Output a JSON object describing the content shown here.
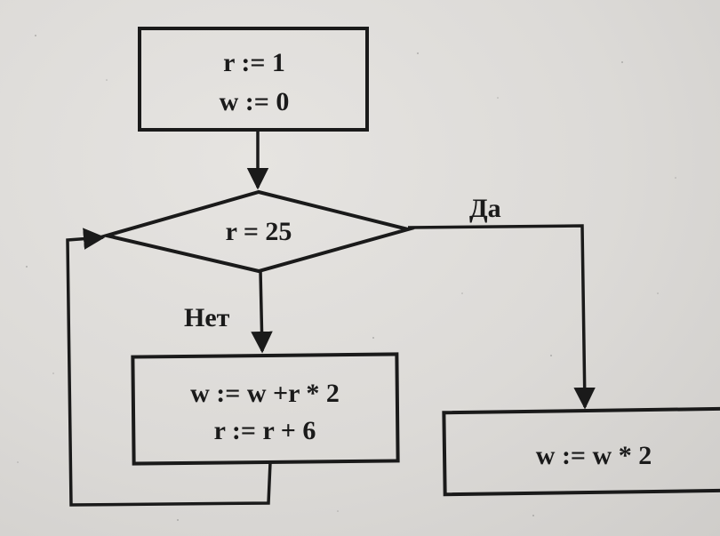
{
  "init_block": {
    "line1": "r := 1",
    "line2": "w := 0"
  },
  "condition": {
    "text": "r = 25"
  },
  "branch_labels": {
    "yes": "Да",
    "no": "Нет"
  },
  "loop_block": {
    "line1": "w := w +r * 2",
    "line2": "r := r + 6"
  },
  "final_block": {
    "text": "w := w * 2"
  },
  "colors": {
    "ink": "#1a1a1a",
    "paper": "#dcdad7"
  }
}
